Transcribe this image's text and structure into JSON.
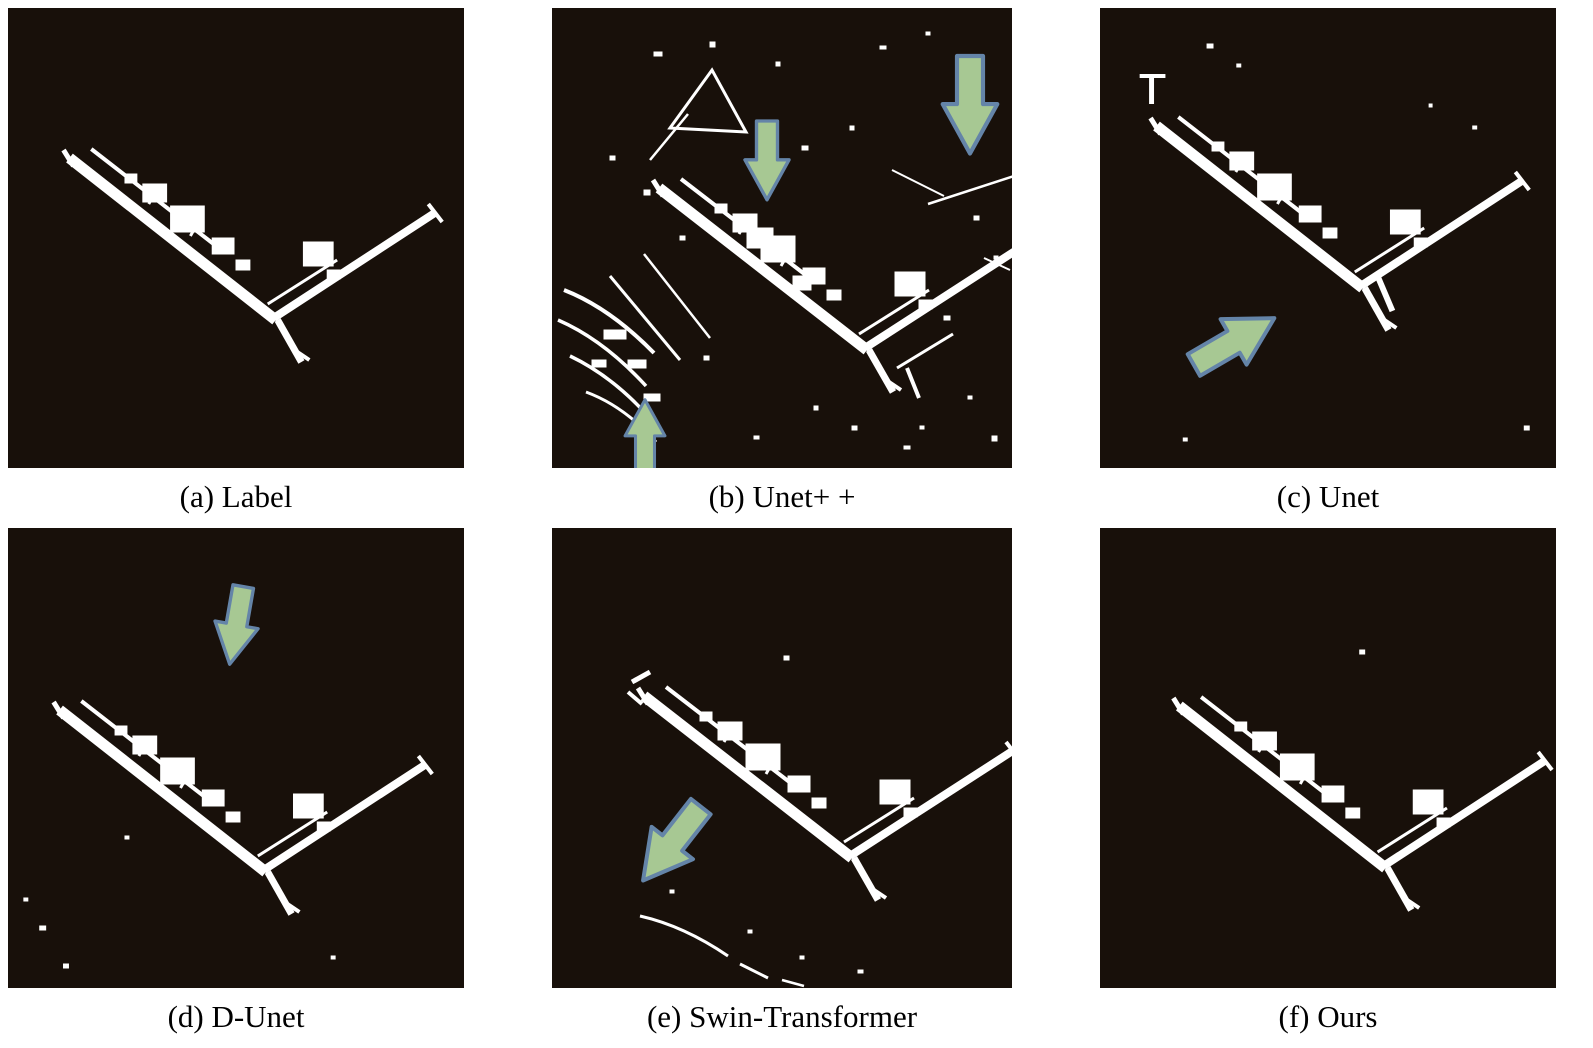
{
  "figure": {
    "type": "segmentation-comparison-figure",
    "rows": 2,
    "cols": 3,
    "description": "Binary road/airport extraction masks (white on black) comparing methods; green arrows mark error regions",
    "panels": [
      {
        "id": "a",
        "caption": "(a) Label",
        "arrow_count": 0,
        "arrow_directions": []
      },
      {
        "id": "b",
        "caption": "(b) Unet+ +",
        "arrow_count": 3,
        "arrow_directions": [
          "down",
          "down",
          "up"
        ]
      },
      {
        "id": "c",
        "caption": "(c) Unet",
        "arrow_count": 1,
        "arrow_directions": [
          "up-right"
        ]
      },
      {
        "id": "d",
        "caption": "(d) D-Unet",
        "arrow_count": 1,
        "arrow_directions": [
          "down"
        ]
      },
      {
        "id": "e",
        "caption": "(e) Swin-Transformer",
        "arrow_count": 1,
        "arrow_directions": [
          "down-left"
        ]
      },
      {
        "id": "f",
        "caption": "(f) Ours",
        "arrow_count": 0,
        "arrow_directions": []
      }
    ],
    "colors": {
      "page_bg": "#ffffff",
      "panel_bg": "#18100a",
      "mask": "#ffffff",
      "arrow_fill": "#a7c893",
      "arrow_stroke": "#6484a8",
      "caption_color": "#000000"
    }
  }
}
